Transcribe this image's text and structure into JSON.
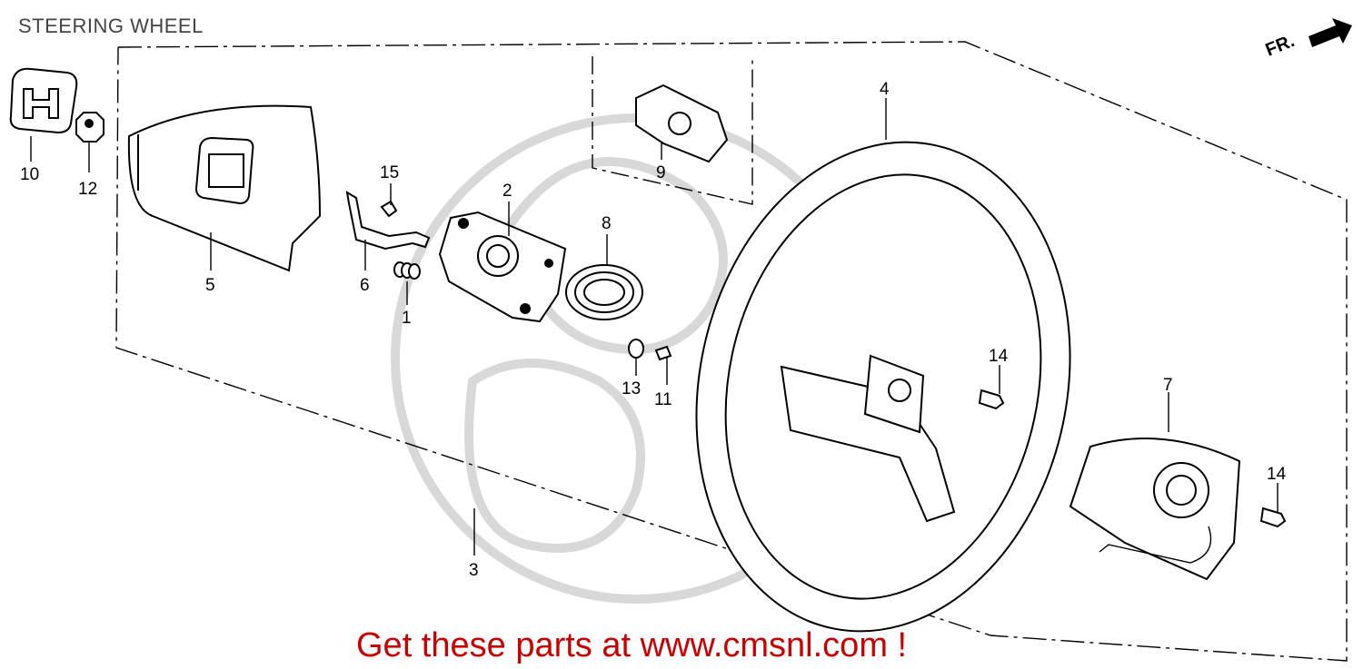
{
  "header": {
    "title": "STEERING WHEEL"
  },
  "direction_marker": {
    "label": "FR."
  },
  "callouts": {
    "n1": "1",
    "n2": "2",
    "n3": "3",
    "n4": "4",
    "n5": "5",
    "n6": "6",
    "n7": "7",
    "n8": "8",
    "n9": "9",
    "n10": "10",
    "n11": "11",
    "n12": "12",
    "n13": "13",
    "n14a": "14",
    "n14b": "14",
    "n15": "15"
  },
  "footer": {
    "promo_text": "Get these parts at www.cmsnl.com !"
  },
  "colors": {
    "promo": "#cc0000",
    "title": "#444444",
    "lines": "#000000",
    "watermark": "#d8d8d8"
  }
}
